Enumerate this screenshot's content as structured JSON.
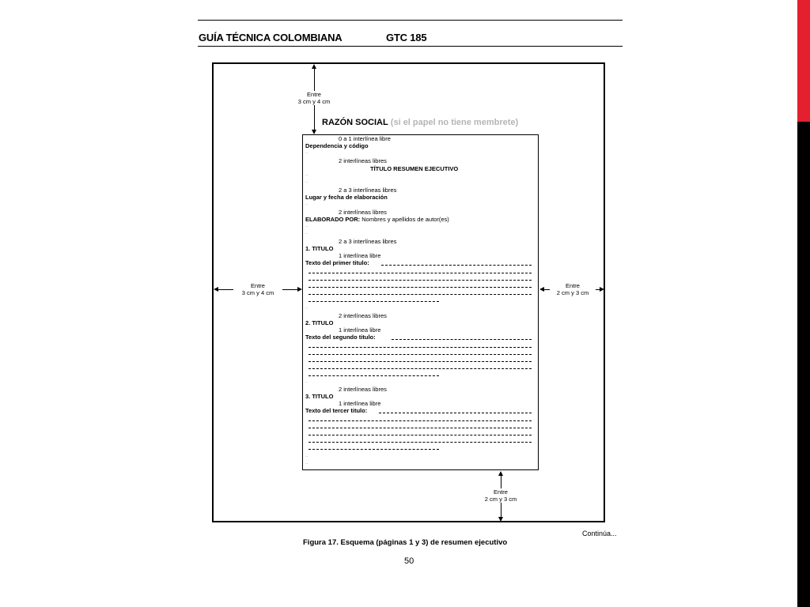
{
  "header": {
    "guide_title": "GUÍA TÉCNICA COLOMBIANA",
    "code": "GTC 185"
  },
  "margins": {
    "top": [
      "Entre",
      "3 cm y 4 cm"
    ],
    "left": [
      "Entre",
      "3 cm y 4 cm"
    ],
    "right": [
      "Entre",
      "2 cm y 3 cm"
    ],
    "bottom": [
      "Entre",
      "2 cm y 3 cm"
    ]
  },
  "razon_social": {
    "label": "RAZÓN SOCIAL",
    "note": "(si el papel no tiene membrete)"
  },
  "page": {
    "sp1": "0 a 1 interlínea libre",
    "dependencia": "Dependencia y código",
    "sp2": "2 interlíneas libres",
    "titulo_resumen": "TÍTULO RESUMEN EJECUTIVO",
    "sp3": "2 a 3 interlíneas libres",
    "lugar": "Lugar  y fecha de elaboración",
    "sp4": "2 interlíneas libres",
    "elaborado_label": "ELABORADO POR:",
    "elaborado_value": "Nombres y apellidos de autor(es)",
    "sp5": "2 a 3 interlíneas libres",
    "titulo1": "1. TITULO",
    "sp6": "1 interlínea libre",
    "texto1": "Texto del primer titulo:",
    "sp7": "2 interlíneas libres",
    "titulo2": "2. TITULO",
    "sp8": "1 interlínea libre",
    "texto2": "Texto del segundo titulo:",
    "sp9": "2 interlíneas libres",
    "titulo3": "3. TITULO",
    "sp10": "1 interlínea libre",
    "texto3": "Texto del tercer titulo:"
  },
  "footer": {
    "continua": "Continúa...",
    "caption": "Figura 17. Esquema (páginas 1 y 3) de resumen ejecutivo",
    "page_number": "50"
  },
  "accent_colors": {
    "red": "#e5202e",
    "black": "#000000"
  }
}
